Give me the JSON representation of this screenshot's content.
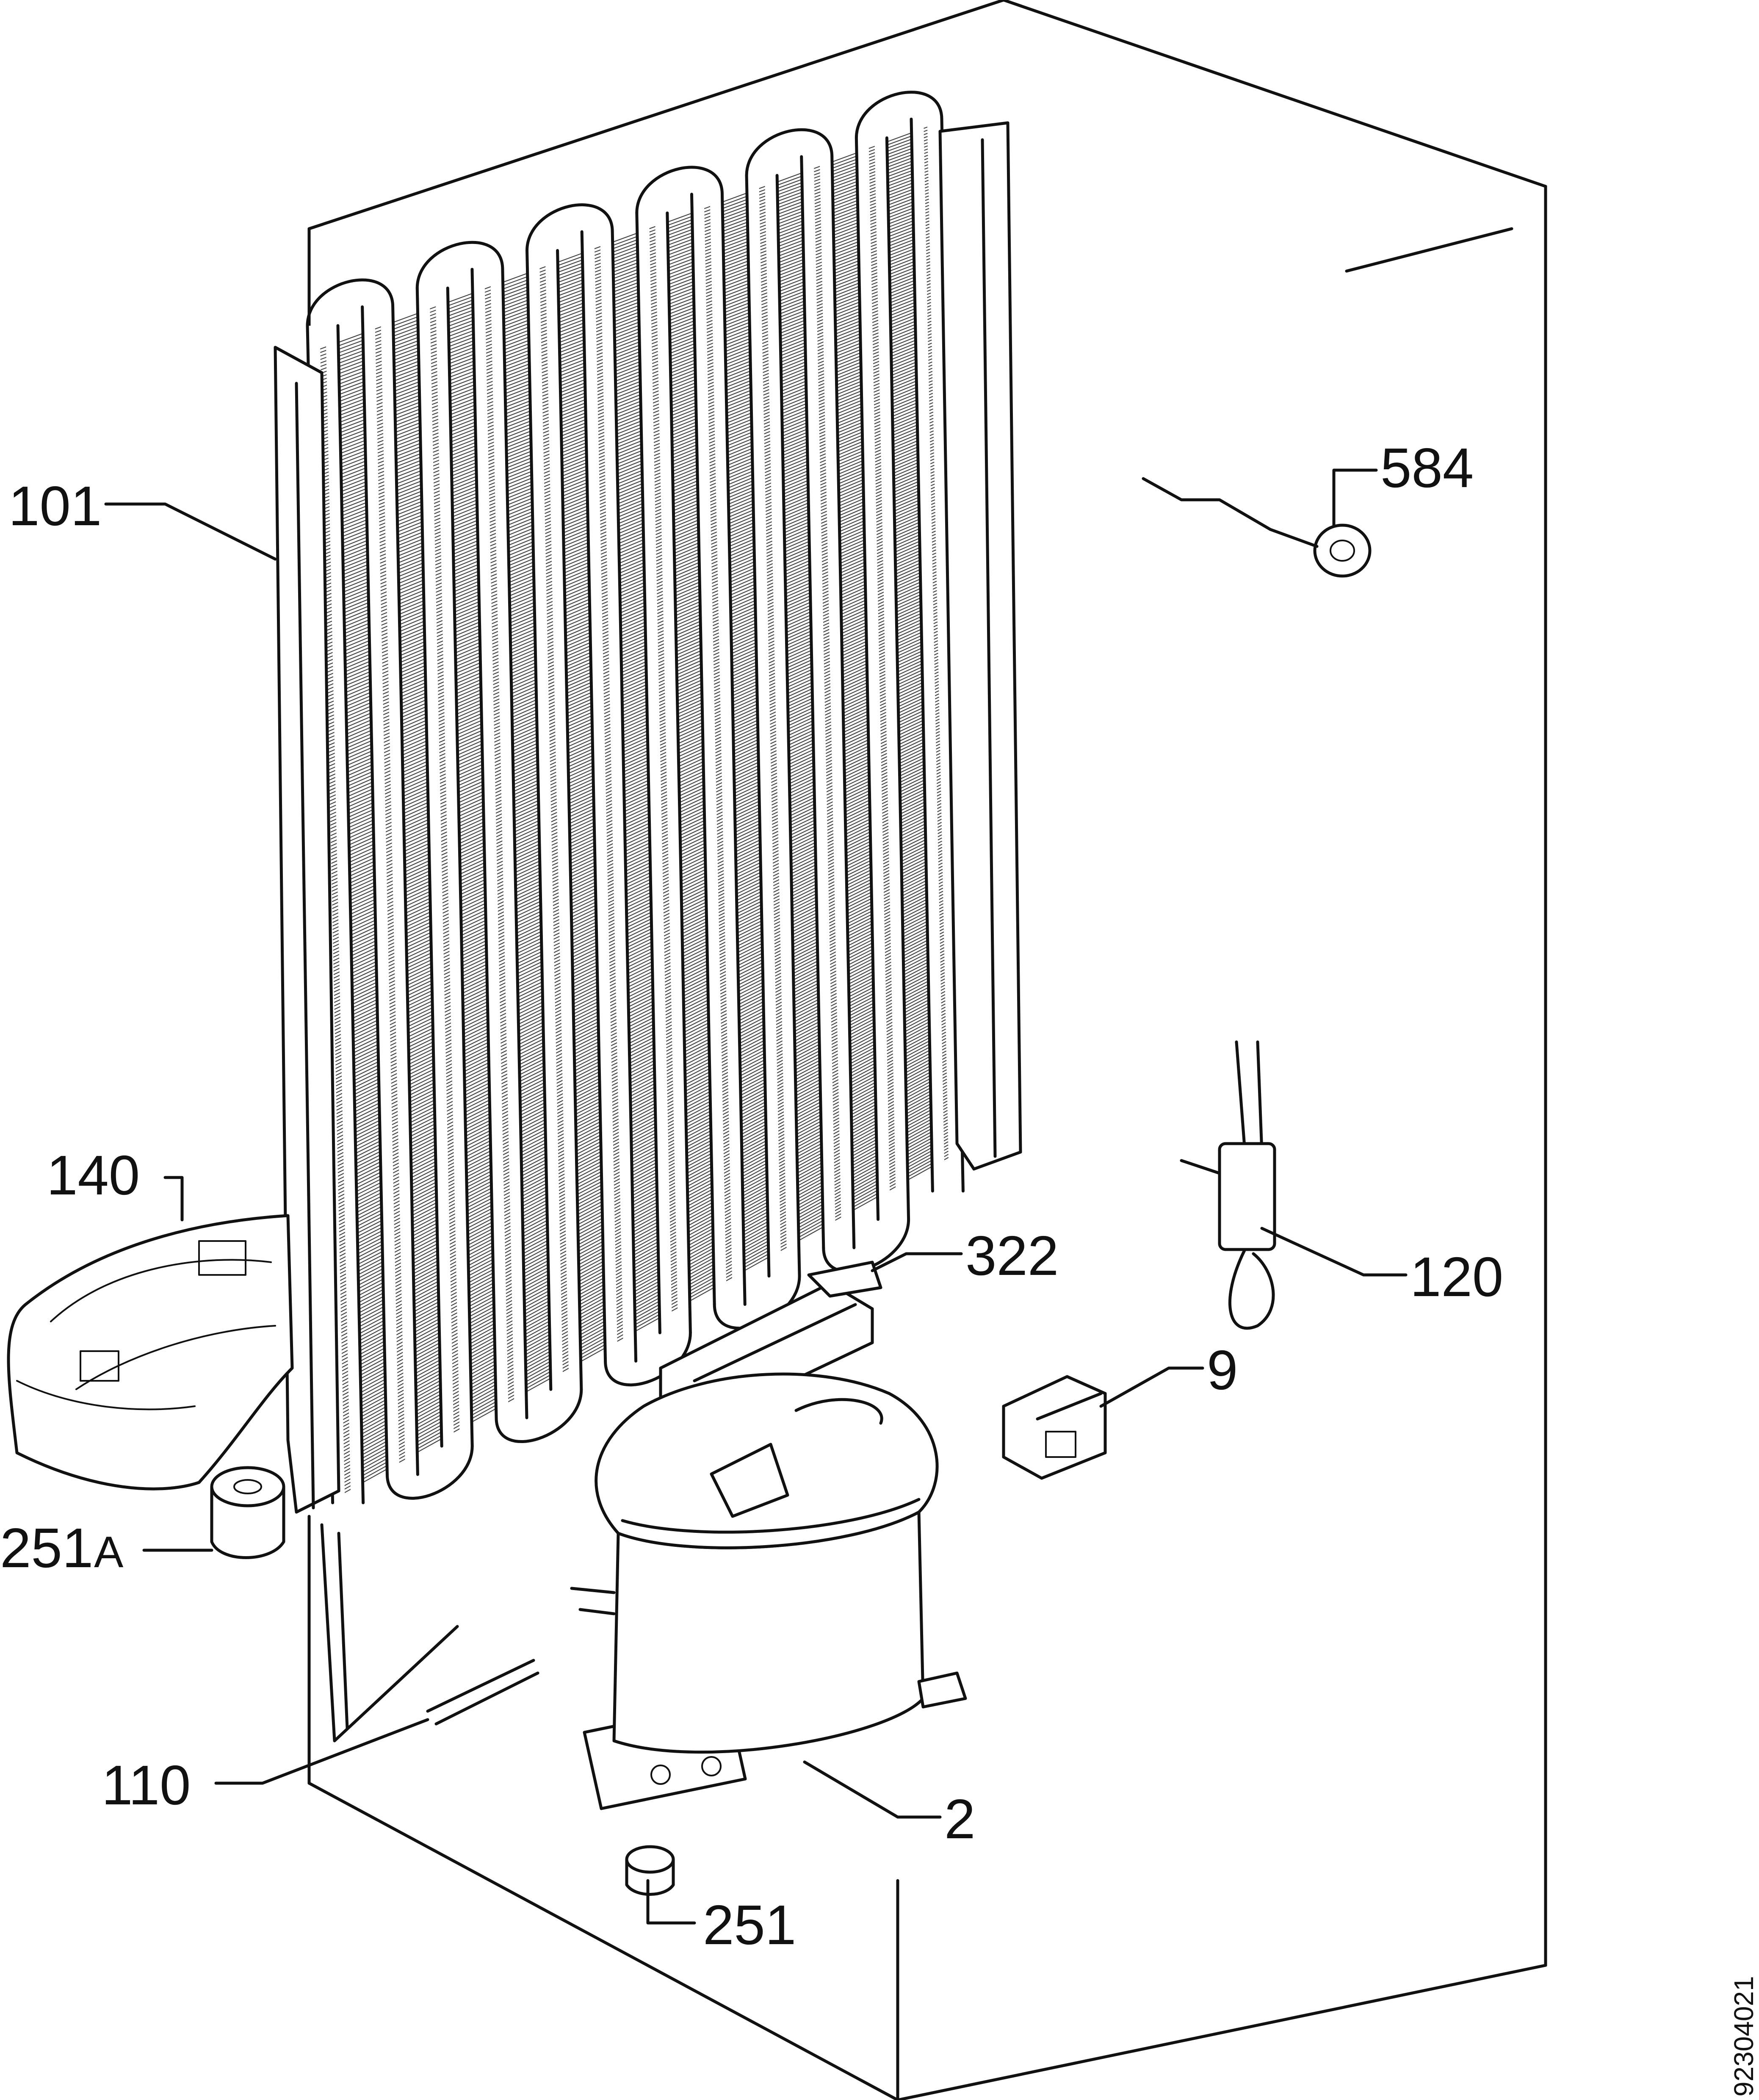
{
  "diagram": {
    "document_number": "92304021",
    "parts": [
      {
        "id": "584",
        "number": "584",
        "suffix": ""
      },
      {
        "id": "101",
        "number": "101",
        "suffix": ""
      },
      {
        "id": "140",
        "number": "140",
        "suffix": ""
      },
      {
        "id": "322",
        "number": "322",
        "suffix": ""
      },
      {
        "id": "120",
        "number": "120",
        "suffix": ""
      },
      {
        "id": "9",
        "number": "9",
        "suffix": ""
      },
      {
        "id": "251A",
        "number": "251",
        "suffix": "A"
      },
      {
        "id": "110",
        "number": "110",
        "suffix": ""
      },
      {
        "id": "2",
        "number": "2",
        "suffix": ""
      },
      {
        "id": "251",
        "number": "251",
        "suffix": ""
      }
    ]
  }
}
